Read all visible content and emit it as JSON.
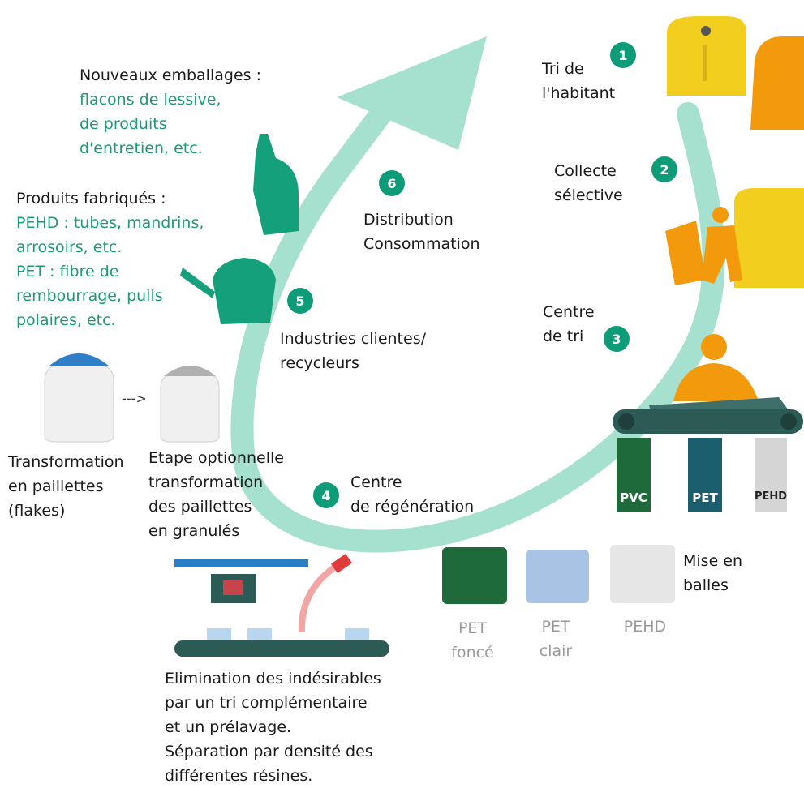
{
  "steps": [
    {
      "n": "1",
      "label": "Tri de\nl'habitant"
    },
    {
      "n": "2",
      "label": "Collecte\nsélective"
    },
    {
      "n": "3",
      "label": "Centre\nde tri"
    },
    {
      "n": "4",
      "label": "Centre\nde régénération"
    },
    {
      "n": "5",
      "label": "Industries clientes/\nrecycleurs"
    },
    {
      "n": "6",
      "label": "Distribution\nConsommation"
    }
  ],
  "nouveaux": {
    "title": "Nouveaux emballages :",
    "body": "flacons de lessive,\nde produits\nd'entretien, etc."
  },
  "produits": {
    "title": "Produits fabriqués :",
    "body": "PEHD : tubes, mandrins,\narrosoirs, etc.\nPET : fibre de\nrembourrage, pulls\npolaires, etc."
  },
  "paillettes": "Transformation\nen paillettes\n(flakes)",
  "granules": "Etape optionnelle\ntransformation\ndes paillettes\nen granulés",
  "bins": [
    "PVC",
    "PET",
    "PEHD"
  ],
  "bales": {
    "label": "Mise en\nballes",
    "items": [
      "PET\nfoncé",
      "PET\nclair",
      "PEHD"
    ]
  },
  "elimination": "Elimination des indésirables\npar un tri complémentaire\net un prélavage.\nSéparation par densité des\ndifférentes résines.",
  "colors": {
    "cycle": "#a6e0cf",
    "badge": "#0e9b78",
    "accent_text": "#1a9a7a",
    "orange": "#f29a0c",
    "yellow": "#f2cf1e"
  }
}
